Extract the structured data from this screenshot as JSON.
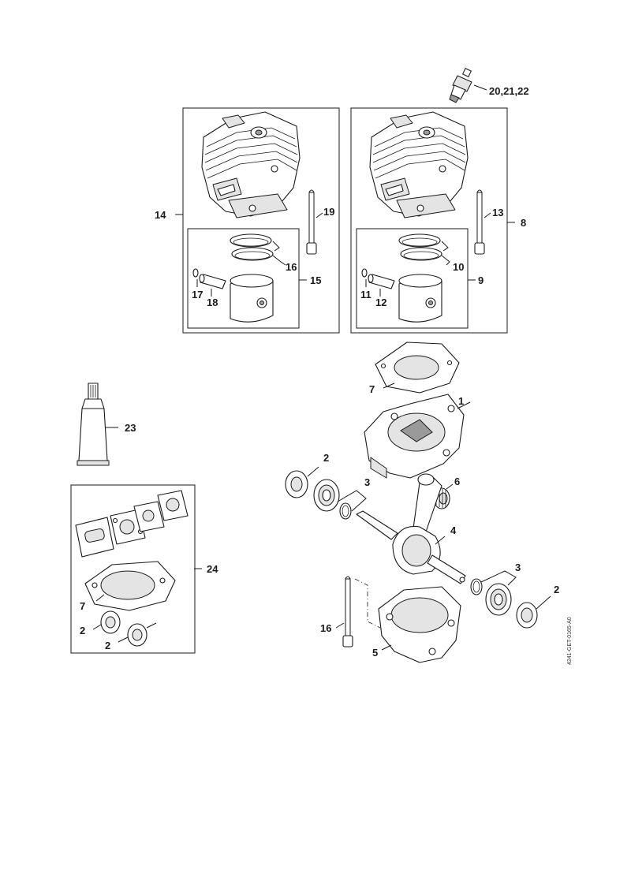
{
  "diagram": {
    "drawing_code": "4241-GET-0165-A0",
    "callouts": {
      "c1": "1",
      "c2a": "2",
      "c2b": "2",
      "c2c": "2",
      "c2d": "2",
      "c3a": "3",
      "c3b": "3",
      "c4": "4",
      "c5": "5",
      "c6": "6",
      "c7a": "7",
      "c7b": "7",
      "c8": "8",
      "c9": "9",
      "c10": "10",
      "c11": "11",
      "c12": "12",
      "c13": "13",
      "c14": "14",
      "c15": "15",
      "c16a": "16",
      "c16b": "16",
      "c17": "17",
      "c18": "18",
      "c19": "19",
      "c20": "20,21,22",
      "c23": "23",
      "c24": "24"
    }
  }
}
